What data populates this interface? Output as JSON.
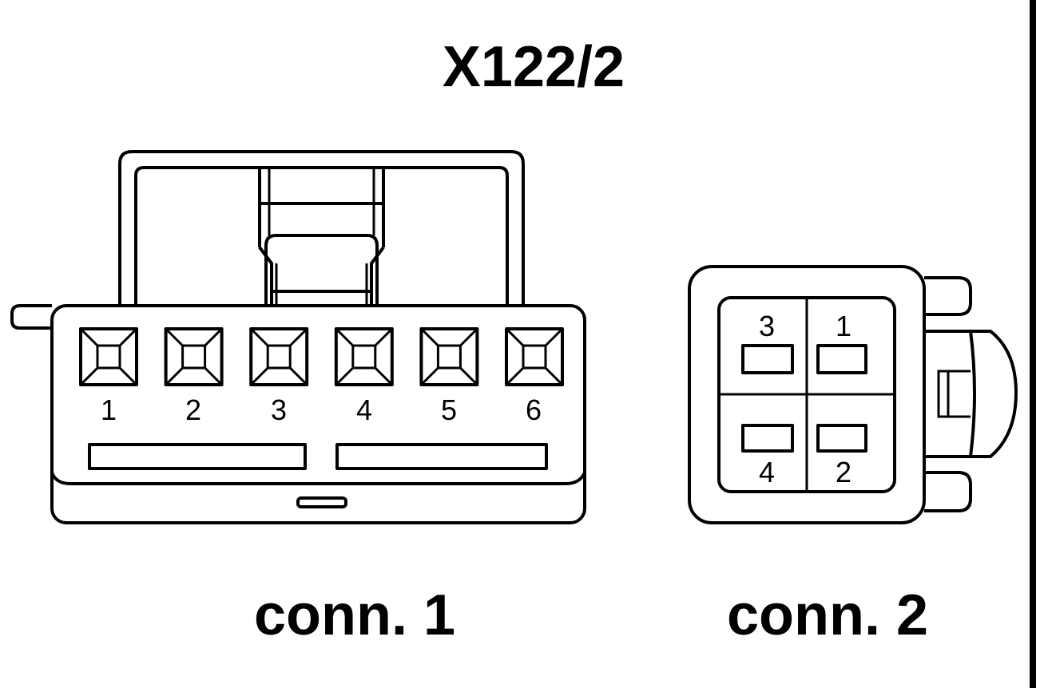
{
  "title": "X122/2",
  "connectors": [
    {
      "caption": "conn. 1",
      "pins": [
        "1",
        "2",
        "3",
        "4",
        "5",
        "6"
      ]
    },
    {
      "caption": "conn. 2",
      "pins": [
        "3",
        "1",
        "4",
        "2"
      ]
    }
  ],
  "colors": {
    "line": "#000000",
    "background": "#ffffff"
  }
}
